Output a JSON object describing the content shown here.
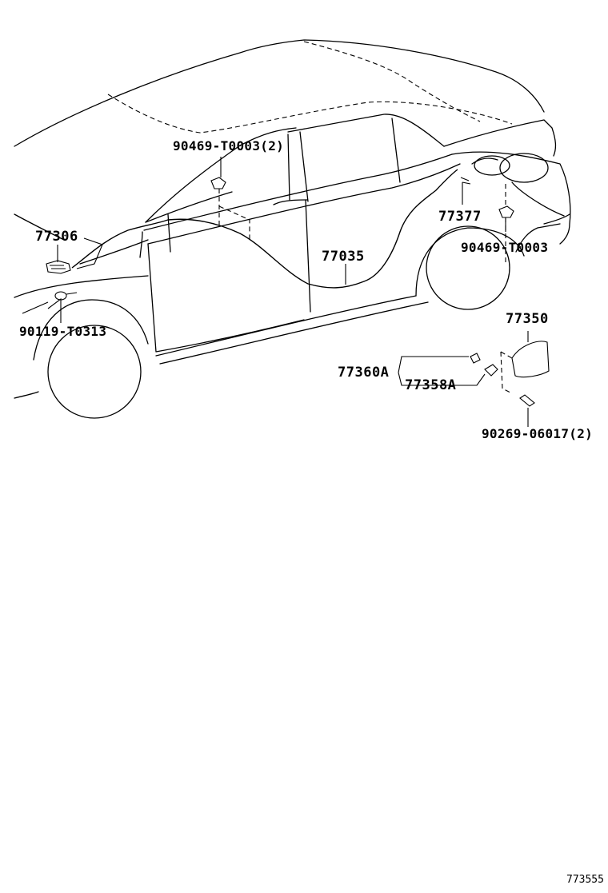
{
  "parts": {
    "p77306": "77306",
    "p90469_t0003_2": "90469-T0003(2)",
    "p90119_t0313": "90119-T0313",
    "p77035": "77035",
    "p77377": "77377",
    "p90469_t0003": "90469-T0003",
    "p77350": "77350",
    "p77360a": "77360A",
    "p77358a": "77358A",
    "p90269_06017_2": "90269-06017(2)"
  },
  "reference_number": "773555"
}
